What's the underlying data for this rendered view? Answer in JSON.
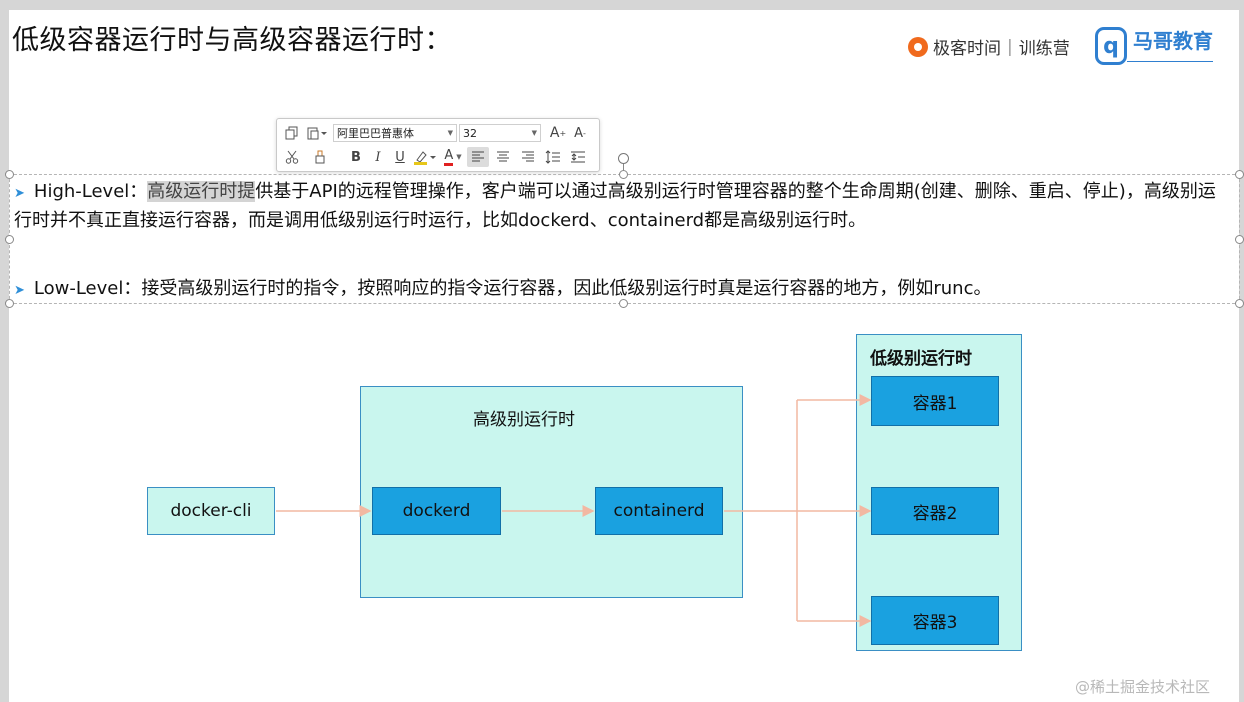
{
  "slide": {
    "title": "低级容器运行时与高级容器运行时："
  },
  "logos": {
    "geek_brand": "极客时间",
    "geek_program": "训练营",
    "mage_name": "马哥教育",
    "mage_mark": "q"
  },
  "toolbar": {
    "font_name": "阿里巴巴普惠体",
    "font_size": "32",
    "icons": [
      "copy-icon",
      "paste-icon",
      "grow-font-icon",
      "shrink-font-icon",
      "cut-icon",
      "format-painter-icon",
      "bold-icon",
      "italic-icon",
      "underline-icon",
      "highlight-icon",
      "font-color-icon",
      "align-left-icon",
      "align-center-icon",
      "align-right-icon",
      "line-spacing-icon",
      "paragraph-spacing-icon"
    ],
    "bold": "B",
    "italic": "I",
    "underline": "U",
    "font_color": "A",
    "grow_font": "A",
    "shrink_font": "A"
  },
  "content": {
    "high_level": {
      "label": "High-Level：",
      "selected": "高级运行时提",
      "text": "供基于API的远程管理操作，客户端可以通过高级别运行时管理容器的整个生命周期(创建、删除、重启、停止)，高级别运行时并不真正直接运行容器，而是调用低级别运行时运行，比如dockerd、containerd都是高级别运行时。"
    },
    "low_level": {
      "label": "Low-Level：",
      "text": "接受高级别运行时的指令，按照响应的指令运行容器，因此低级别运行时真是运行容器的地方，例如runc。"
    }
  },
  "diagram": {
    "high_box_label": "高级别运行时",
    "low_box_label": "低级别运行时",
    "cli": "docker-cli",
    "dockerd": "dockerd",
    "containerd": "containerd",
    "containers": [
      "容器1",
      "容器2",
      "容器3"
    ]
  },
  "colors": {
    "box_fill": "#c9f6ee",
    "node_fill": "#1aa1e0",
    "arrow": "#f2b8a2",
    "bullet": "#2f8fd8"
  },
  "watermark": "@稀土掘金技术社区"
}
